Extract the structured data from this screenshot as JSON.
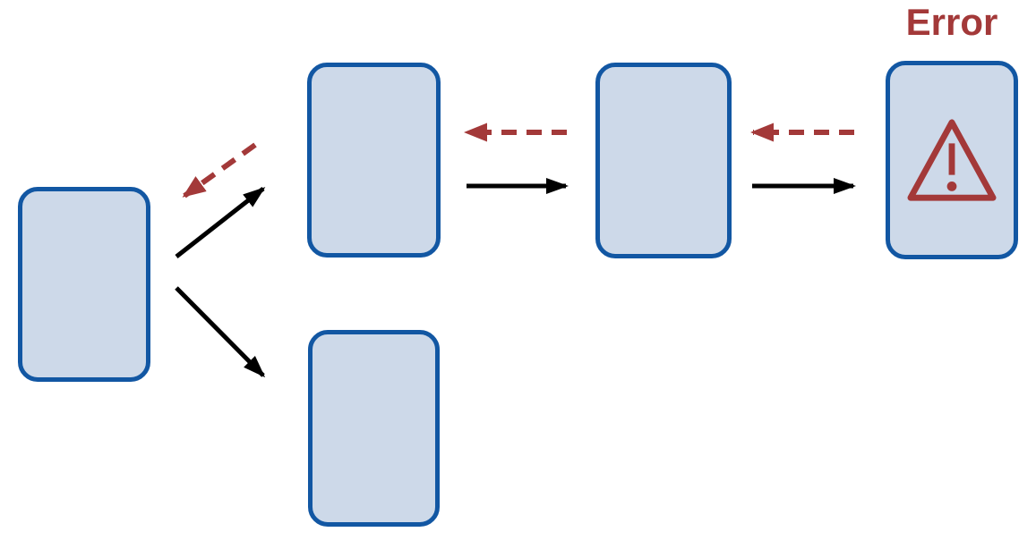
{
  "diagram": {
    "error_label": "Error",
    "colors": {
      "background": "#ffffff",
      "node_fill": "#cdd9e9",
      "node_border": "#1257a3",
      "error_red": "#a33939",
      "arrow_black": "#000000"
    },
    "nodes": [
      {
        "id": "root",
        "icon": null,
        "label": null
      },
      {
        "id": "branch-top",
        "icon": null,
        "label": null
      },
      {
        "id": "branch-bottom",
        "icon": null,
        "label": null
      },
      {
        "id": "step-3",
        "icon": null,
        "label": null
      },
      {
        "id": "error-node",
        "icon": "warning-triangle-icon",
        "label": "Error"
      }
    ],
    "edges": [
      {
        "from": "root",
        "to": "branch-top",
        "style": "solid",
        "color": "black"
      },
      {
        "from": "root",
        "to": "branch-bottom",
        "style": "solid",
        "color": "black"
      },
      {
        "from": "branch-top",
        "to": "step-3",
        "style": "solid",
        "color": "black"
      },
      {
        "from": "step-3",
        "to": "error-node",
        "style": "solid",
        "color": "black"
      },
      {
        "from": "branch-top",
        "to": "root",
        "style": "dashed",
        "color": "red"
      },
      {
        "from": "step-3",
        "to": "branch-top",
        "style": "dashed",
        "color": "red"
      },
      {
        "from": "error-node",
        "to": "step-3",
        "style": "dashed",
        "color": "red"
      }
    ]
  }
}
